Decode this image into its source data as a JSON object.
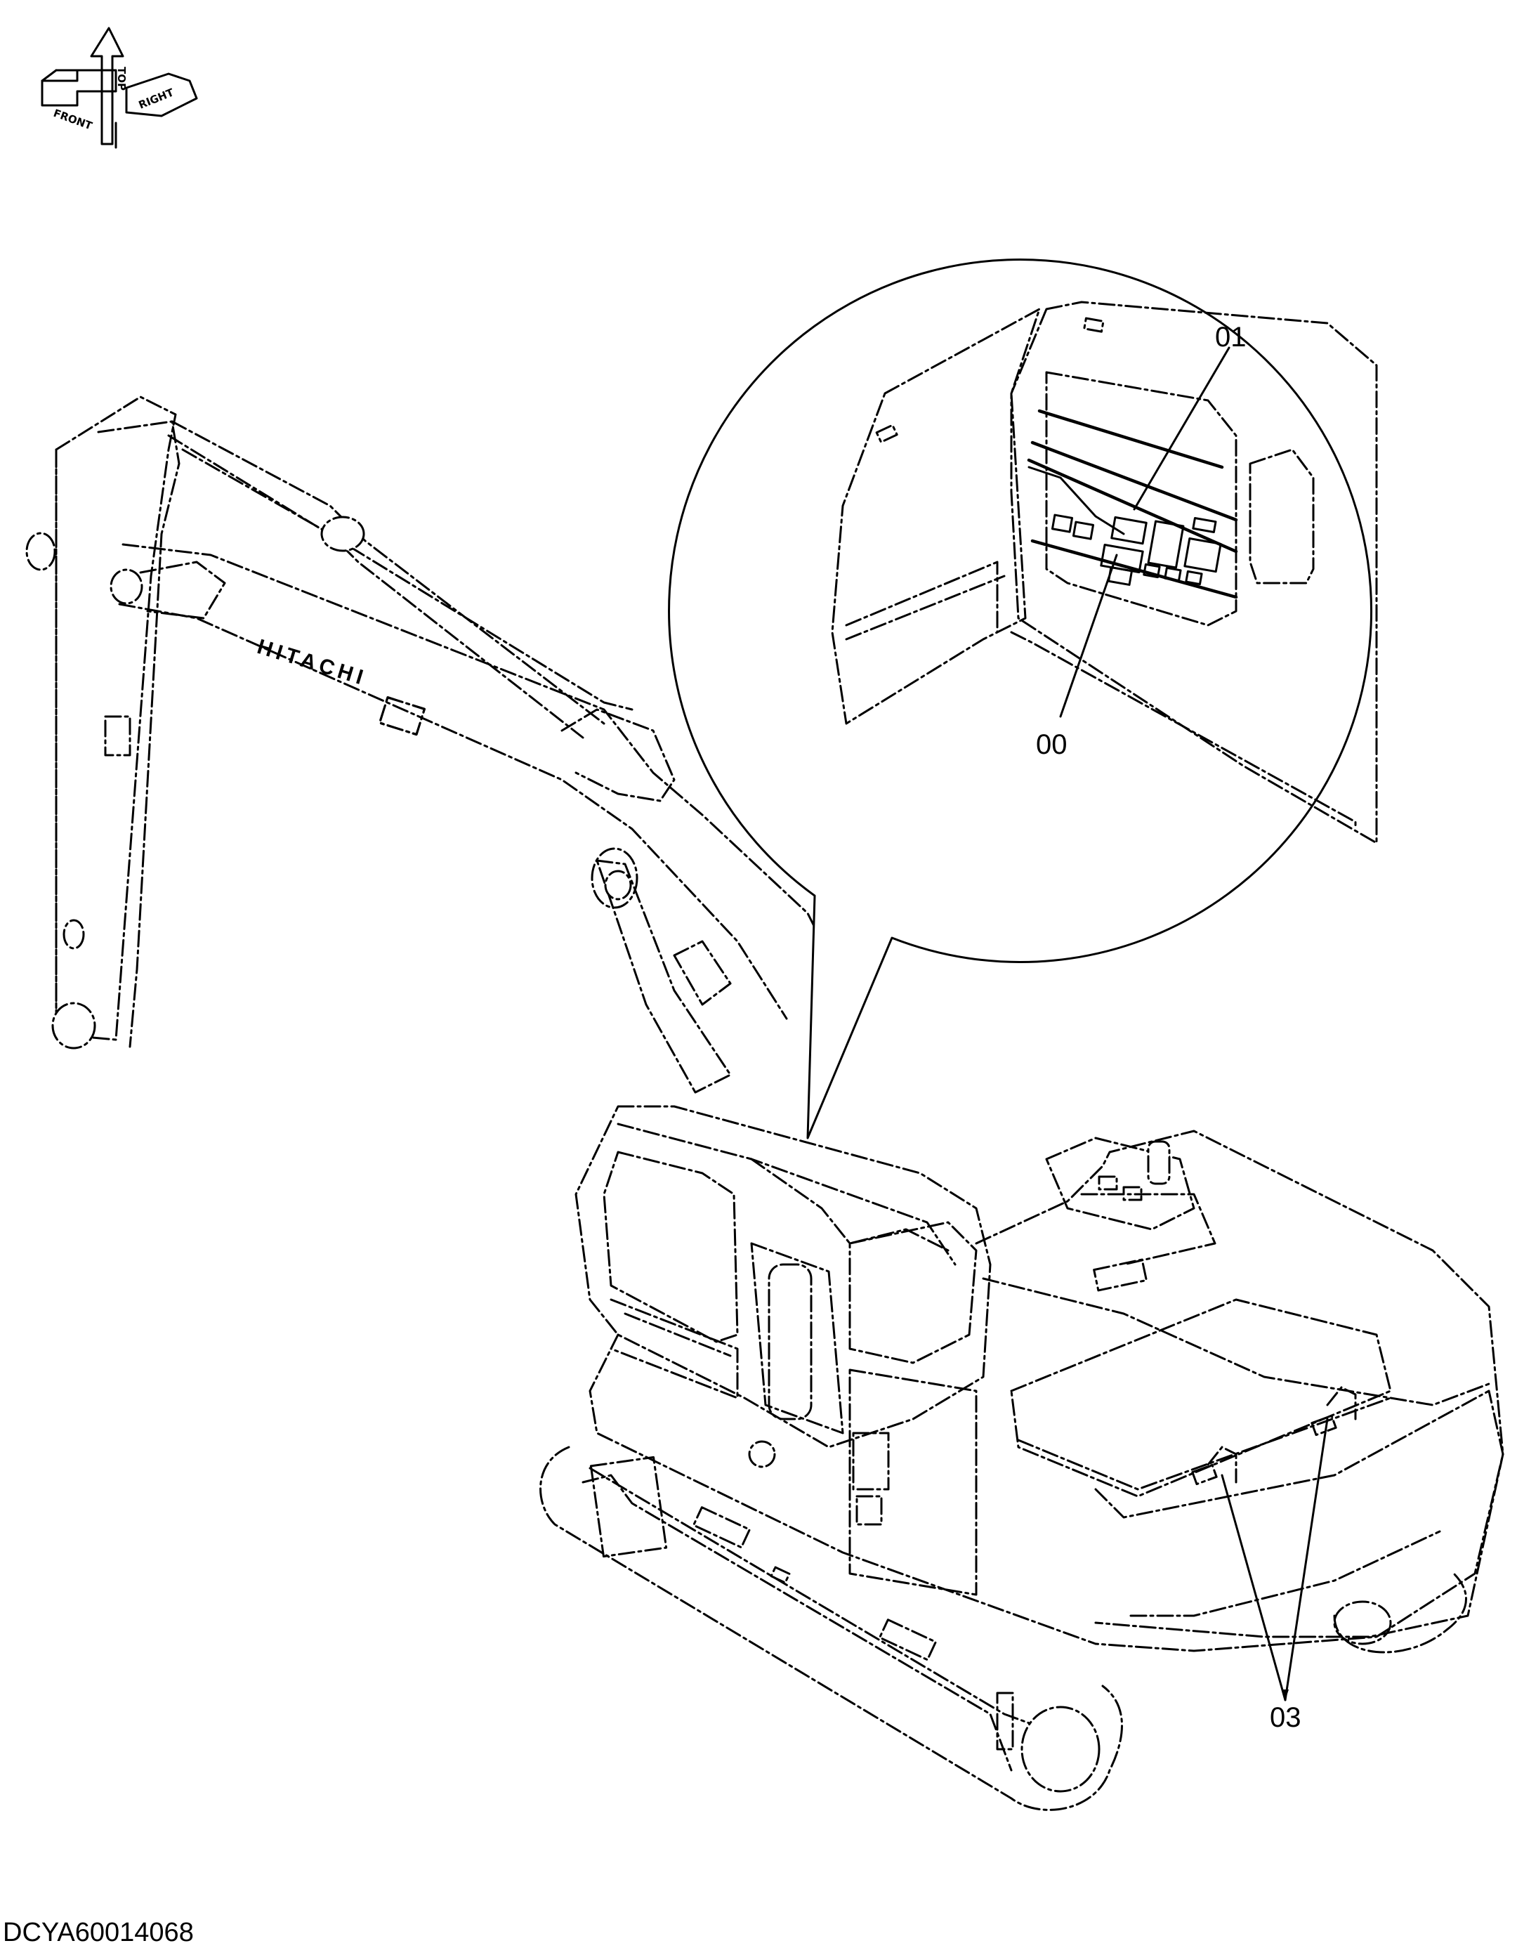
{
  "orientation_compass": {
    "labels": [
      "FRONT",
      "TOP",
      "RIGHT"
    ]
  },
  "brand_text": "HITACHI",
  "callouts": {
    "c01": "01",
    "c00": "00",
    "c03": "03"
  },
  "drawing_id": "DCYA60014068"
}
